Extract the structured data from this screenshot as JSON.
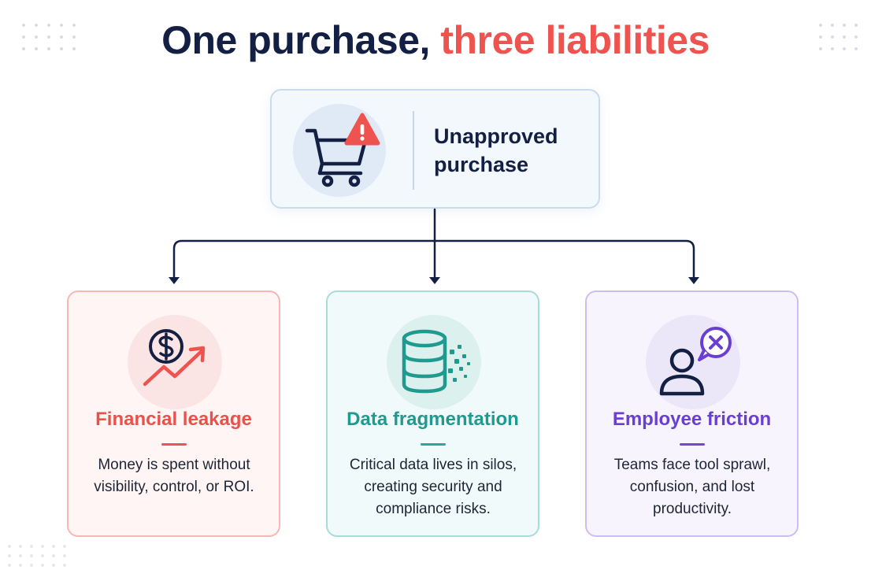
{
  "title": {
    "part1": "One purchase, ",
    "part2": "three liabilities"
  },
  "root": {
    "icon": "shopping-cart-alert-icon",
    "label": "Unapproved purchase"
  },
  "liabilities": [
    {
      "icon": "dollar-trend-up-icon",
      "heading": "Financial leakage",
      "body": "Money is spent without visibility, control, or ROI.",
      "color": "#e8524a"
    },
    {
      "icon": "database-scatter-icon",
      "heading": "Data fragmentation",
      "body": "Critical data lives in silos, creating security and compliance risks.",
      "color": "#1e9a8f"
    },
    {
      "icon": "user-error-bubble-icon",
      "heading": "Employee friction",
      "body": "Teams face tool sprawl, confusion, and lost productivity.",
      "color": "#6a3fd0"
    }
  ],
  "colors": {
    "navy": "#132043",
    "accent": "#ef5350"
  }
}
